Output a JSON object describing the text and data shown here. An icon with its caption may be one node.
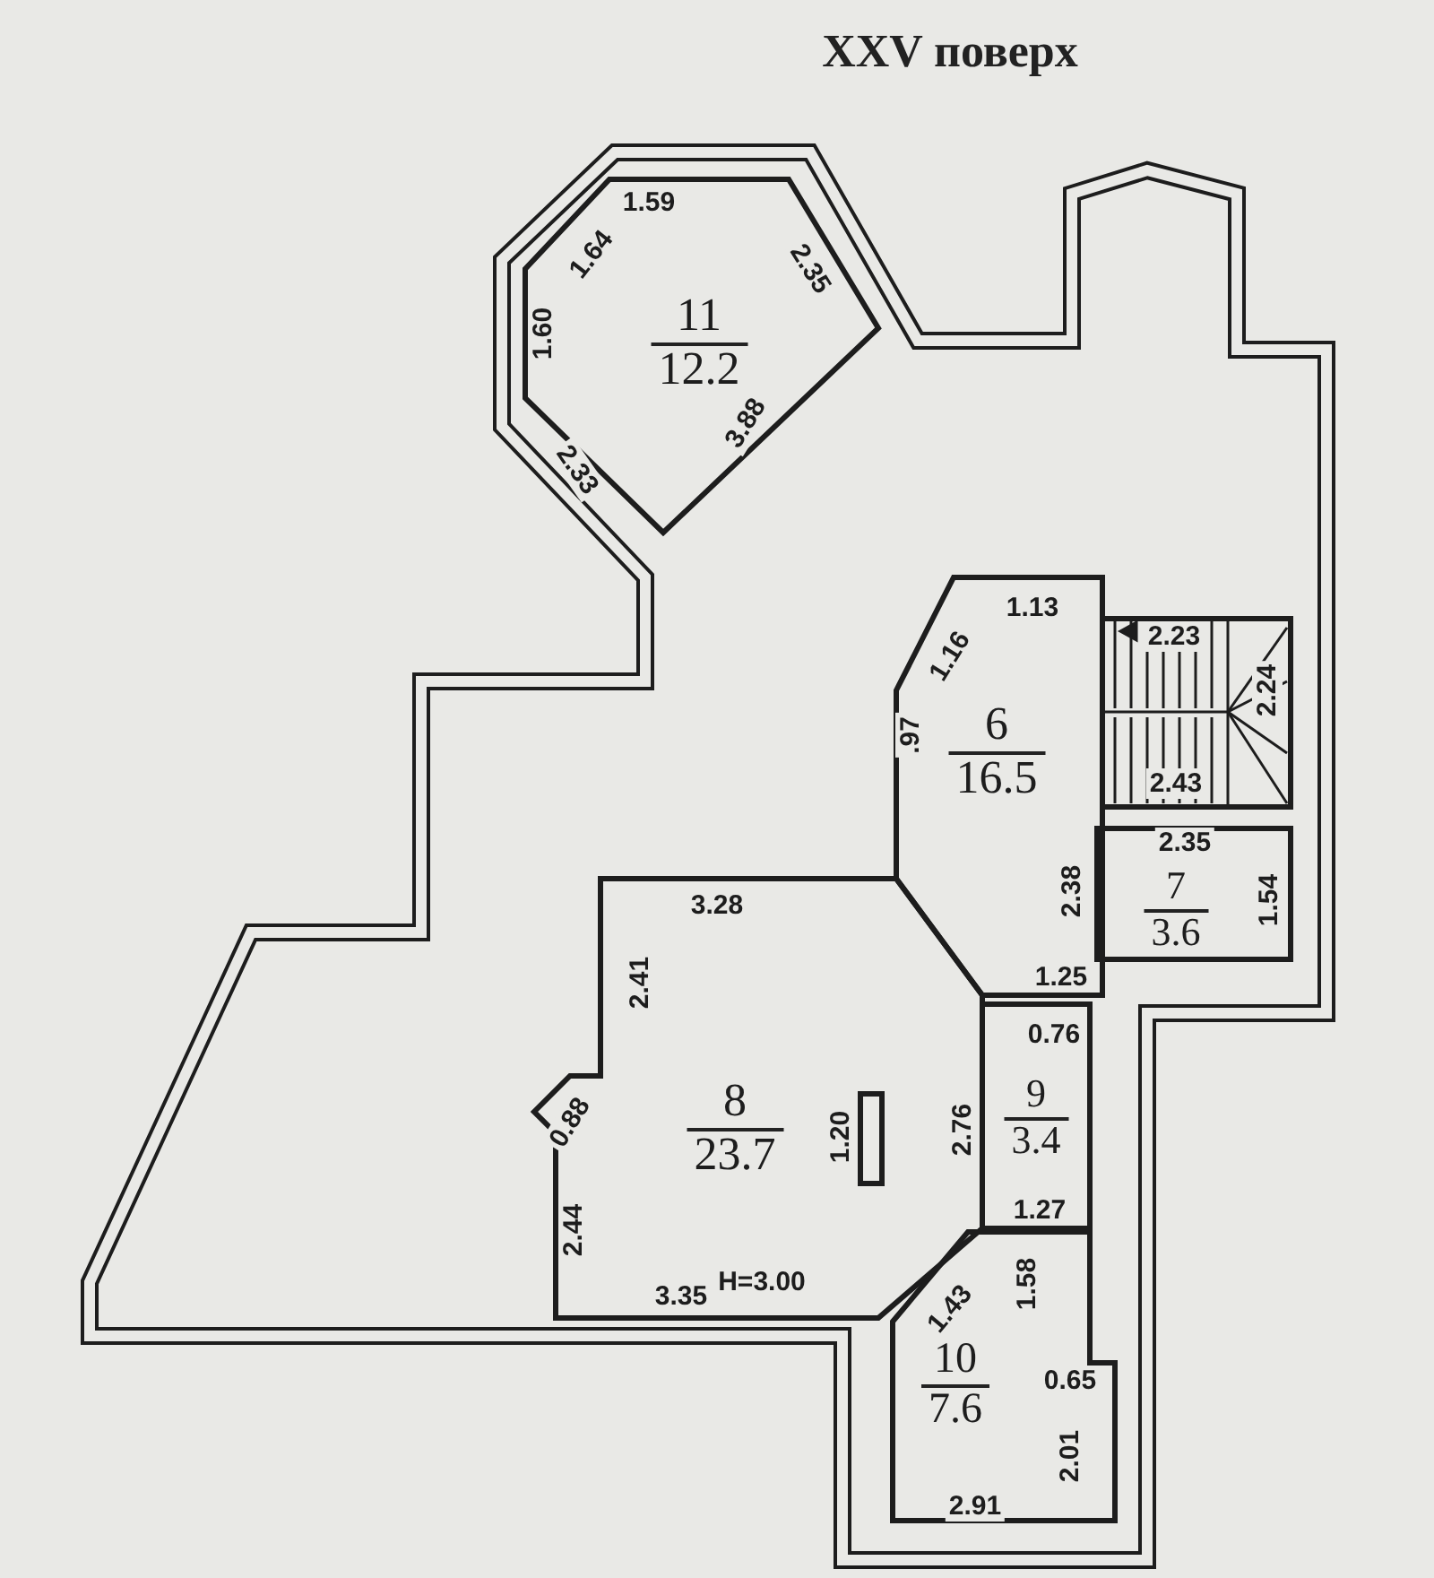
{
  "diagram": {
    "title": "XXV поверх",
    "nodes": [
      {
        "text": [
          "11",
          "12.2"
        ]
      },
      {
        "text": [
          "6",
          "16.5"
        ]
      },
      {
        "text": [
          "7",
          "3.6"
        ]
      },
      {
        "text": [
          "8",
          "23.7"
        ]
      },
      {
        "text": [
          "9",
          "3.4"
        ]
      },
      {
        "text": [
          "10",
          "7.6"
        ]
      }
    ],
    "labels": [
      "1.59",
      "1.64",
      "2.35",
      "1.60",
      "3.88",
      "2.33",
      "1.13",
      "1.16",
      "2.23",
      "2.24",
      ".97",
      "2.43",
      "2.35",
      "2.38",
      "1.54",
      "3.28",
      "1.25",
      "2.41",
      "0.76",
      "0.88",
      "1.20",
      "2.76",
      "2.44",
      "1.27",
      "H=3.00",
      "1.43",
      "1.58",
      "3.35",
      "0.65",
      "2.01",
      "2.91"
    ]
  }
}
